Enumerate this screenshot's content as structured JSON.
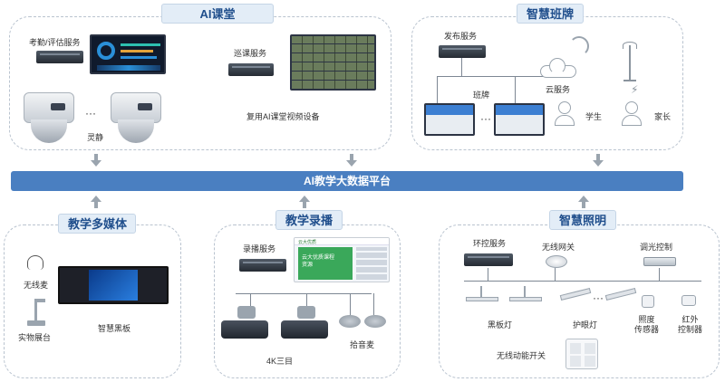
{
  "platform": {
    "label": "AI教学大数据平台"
  },
  "ai_classroom": {
    "title": "AI课堂",
    "attendance_service": "考勤/评估服务",
    "patrol_service": "巡课服务",
    "reuse_label": "复用AI课堂视频设备",
    "ellipsis": "···",
    "camera_label": "灵静"
  },
  "smart_board": {
    "title": "智慧班牌",
    "publish_service": "发布服务",
    "class_board": "班牌",
    "cloud_service": "云服务",
    "student": "学生",
    "parent": "家长",
    "ellipsis": "···"
  },
  "multimedia": {
    "title": "教学多媒体",
    "wireless_mic": "无线麦",
    "visualizer": "实物展台",
    "smart_blackboard": "智慧黑板"
  },
  "recording": {
    "title": "教学录播",
    "recording_service": "录播服务",
    "camera_4k": "4K三目",
    "pickup_mic": "拾音麦",
    "screen_brand": "云大优质",
    "screen_text": "云大优质课程资源"
  },
  "lighting": {
    "title": "智慧照明",
    "control_service": "环控服务",
    "wireless_gateway": "无线网关",
    "dimmer": "调光控制",
    "blackboard_light": "黑板灯",
    "eye_light": "护眼灯",
    "illuminance_sensor": "照度\n传感器",
    "ir_controller": "红外\n控制器",
    "wireless_switch": "无线动能开关",
    "ellipsis": "···"
  },
  "colors": {
    "platform": "#4a7fc1",
    "tag_bg": "#e3edf7",
    "tag_text": "#1f4e8c",
    "dash": "#b9c3cf"
  }
}
